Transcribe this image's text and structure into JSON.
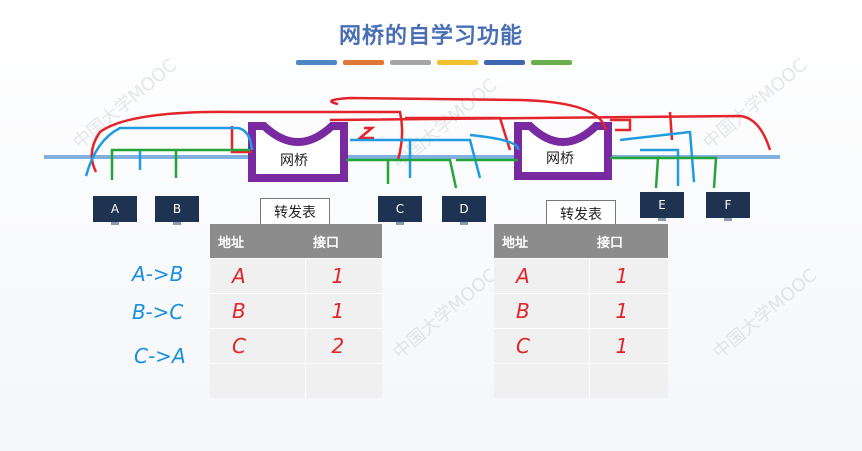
{
  "title": "网桥的自学习功能",
  "stripe_colors": [
    "#4f86c6",
    "#e2773a",
    "#a5a5a5",
    "#f2c12e",
    "#3f67b1",
    "#6ab04c"
  ],
  "bridge_label": "网桥",
  "hosts": [
    "A",
    "B",
    "C",
    "D",
    "E",
    "F"
  ],
  "forwarding_table_title": "转发表",
  "table_headers": [
    "地址",
    "接口"
  ],
  "left_table": [
    [
      "A",
      "1"
    ],
    [
      "B",
      "1"
    ],
    [
      "C",
      "2"
    ],
    [
      "",
      ""
    ]
  ],
  "right_table": [
    [
      "A",
      "1"
    ],
    [
      "B",
      "1"
    ],
    [
      "C",
      "1"
    ],
    [
      "",
      ""
    ]
  ],
  "sequence": [
    "A->B",
    "B->C",
    "C->A"
  ],
  "arrow_colors": {
    "A->B": "#22a63a",
    "B->C": "#1f9be0",
    "C->A": "#e3242b"
  },
  "watermark": "中国大学MOOC"
}
